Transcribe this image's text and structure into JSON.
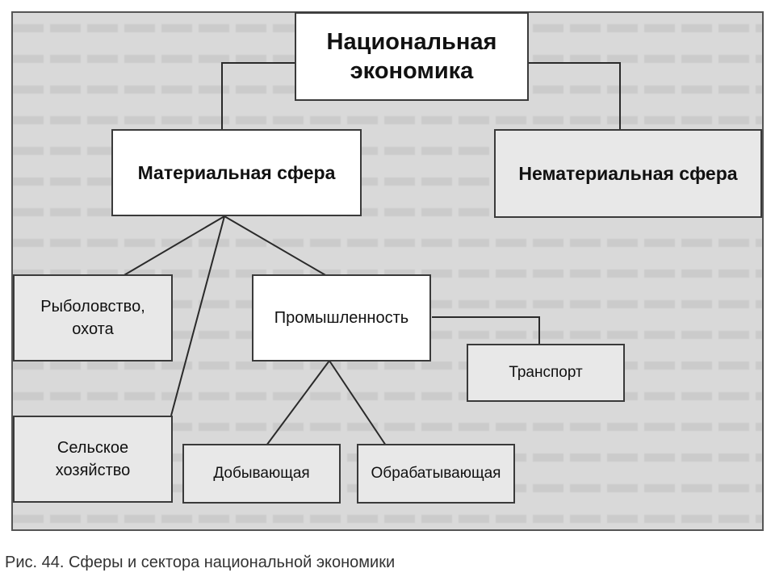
{
  "diagram": {
    "root": {
      "label": "Национальная\nэкономика"
    },
    "material_sphere": {
      "label": "Материальная сфера"
    },
    "nonmaterial_sphere": {
      "label": "Нематериальная сфера"
    },
    "fishing_hunting": {
      "label": "Рыболовство,\nохота"
    },
    "agriculture": {
      "label": "Сельское\nхозяйство"
    },
    "industry": {
      "label": "Промышленность"
    },
    "transport": {
      "label": "Транспорт"
    },
    "extractive": {
      "label": "Добывающая"
    },
    "manufacturing": {
      "label": "Обрабатывающая"
    }
  },
  "caption": "Рис. 44. Сферы и сектора национальной экономики"
}
